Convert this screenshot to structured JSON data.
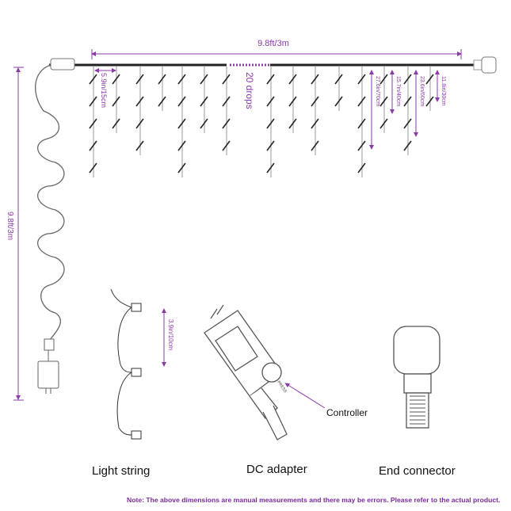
{
  "colors": {
    "dimension": "#8b3aa8",
    "wire": "#333333"
  },
  "dimensions": {
    "width": "9.8ft/3m",
    "lead_length": "9.8ft/3m",
    "drop_spacing": "5.9in/15cm",
    "drop_count": "20 drops",
    "drop_lengths": [
      "27.6in/70cm",
      "15.7in/40cm",
      "23.6in/60cm",
      "11.8in/30cm"
    ],
    "bulb_spacing": "3.9in/10cm"
  },
  "parts": {
    "light_string": "Light string",
    "dc_adapter": "DC adapter",
    "end_connector": "End connector",
    "controller": "Controller",
    "press": "PRESS"
  },
  "note": "Note: The above dimensions are manual measurements and there may be errors. Please refer to the actual product."
}
